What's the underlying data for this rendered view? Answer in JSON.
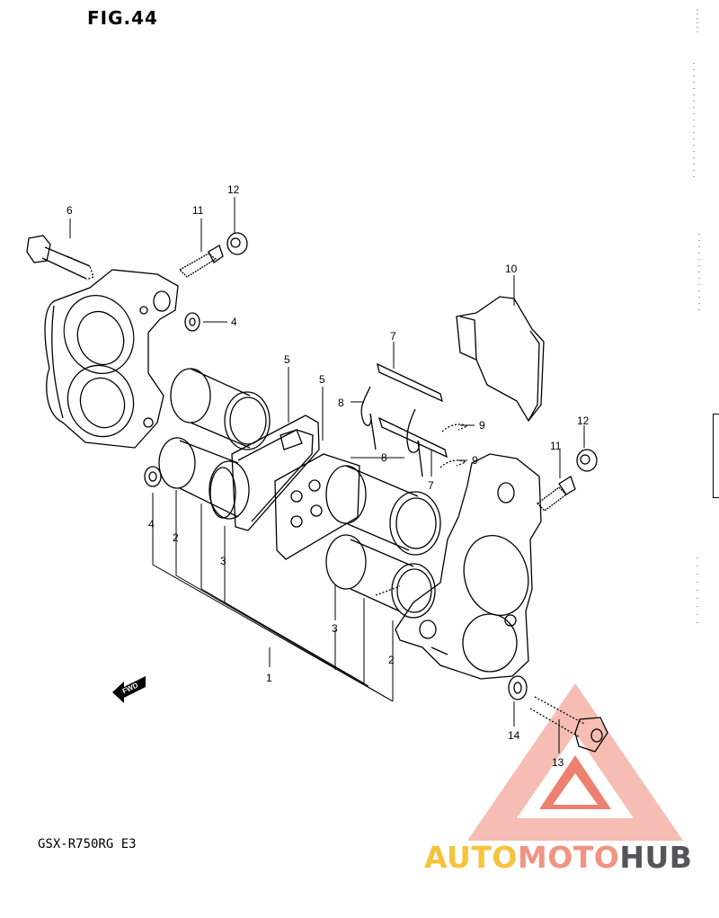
{
  "figure": {
    "title": "FIG.44"
  },
  "model": {
    "code": "GSX-R750RG E3"
  },
  "fwd_label": "FWD",
  "callouts": {
    "c1": "1",
    "c2a": "2",
    "c2b": "2",
    "c3a": "3",
    "c3b": "3",
    "c4a": "4",
    "c4b": "4",
    "c5a": "5",
    "c5b": "5",
    "c6": "6",
    "c7a": "7",
    "c7b": "7",
    "c8a": "8",
    "c8b": "8",
    "c9a": "9",
    "c9b": "9",
    "c10": "10",
    "c11a": "11",
    "c11b": "11",
    "c12a": "12",
    "c12b": "12",
    "c13": "13",
    "c14": "14"
  },
  "watermark": {
    "part1": "AUTO",
    "part2": "MOTO",
    "part3": "HUB",
    "color_auto": "#f6c33d",
    "color_moto": "#f19483",
    "color_hub": "#555559"
  }
}
